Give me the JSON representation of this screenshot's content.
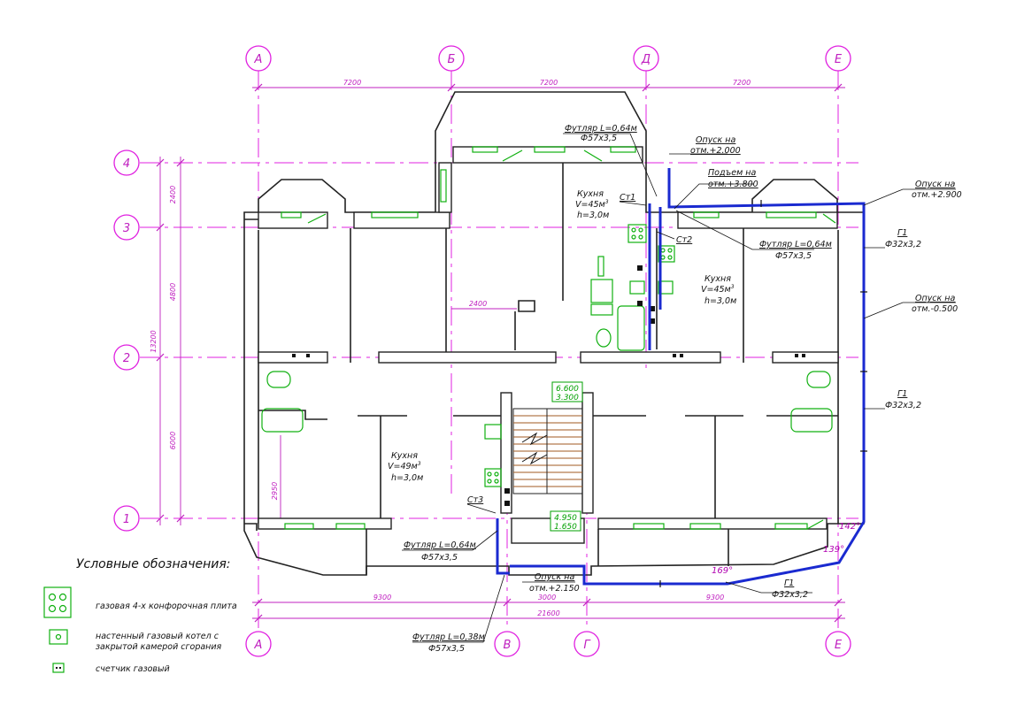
{
  "axes_top": [
    "А",
    "Б",
    "Д",
    "Е"
  ],
  "axes_bottom": [
    "А",
    "В",
    "Г",
    "Е"
  ],
  "axes_left": [
    "4",
    "3",
    "2",
    "1"
  ],
  "dims_top": [
    "7200",
    "7200",
    "7200"
  ],
  "dims_bottom_row1": [
    "9300",
    "3000",
    "9300"
  ],
  "dim_total_bottom": "21600",
  "dims_left": [
    "2400",
    "4800",
    "6000"
  ],
  "dim_left_total": "13200",
  "dim_inner_2400": "2400",
  "dim_inner_2950": "2950",
  "angles": [
    "142°",
    "139°",
    "169°"
  ],
  "kitchens": [
    {
      "name": "Кухня",
      "vol": "V=45м",
      "h": "h=3,0м"
    },
    {
      "name": "Кухня",
      "vol": "V=45м",
      "h": "h=3,0м"
    },
    {
      "name": "Кухня",
      "vol": "V=49м",
      "h": "h=3,0м"
    }
  ],
  "vol_sup": "3",
  "risers": [
    "Ст1",
    "Ст2",
    "Ст3"
  ],
  "sleeves": [
    {
      "title": "Футляр L=0,64м",
      "size": "Ф57х3,5"
    },
    {
      "title": "Футляр L=0,64м",
      "size": "Ф57х3,5"
    },
    {
      "title": "Футляр L=0,64м",
      "size": "Ф57х3,5"
    },
    {
      "title": "Футляр L=0,38м",
      "size": "Ф57х3,5"
    }
  ],
  "drops": [
    {
      "title": "Опуск на",
      "level": "отм.+2.000"
    },
    {
      "title": "Подъем на",
      "level": "отм.+3.800"
    },
    {
      "title": "Опуск на",
      "level": "отм.+2.900"
    },
    {
      "title": "Опуск на",
      "level": "отм.-0.500"
    },
    {
      "title": "Опуск на",
      "level": "отм.+2.150"
    }
  ],
  "pipes": [
    {
      "name": "Г1",
      "size": "Ф32х3,2"
    },
    {
      "name": "Г1",
      "size": "Ф32х3,2"
    },
    {
      "name": "Г1",
      "size": "Ф32х3,2"
    }
  ],
  "stair_levels": {
    "top_a": "6.600",
    "top_b": "3.300",
    "bot_a": "4.950",
    "bot_b": "1.650"
  },
  "legend": {
    "title": "Условные обозначения:",
    "stove": "газовая 4-х конфорочная плита",
    "boiler_1": "настенный газовый котел с",
    "boiler_2": "закрытой камерой сгорания",
    "meter": "счетчик газовый"
  },
  "colors": {
    "axis": "#e020e0",
    "pipe": "#1a2ad0",
    "fixture": "#10b010",
    "wall": "#222222"
  }
}
